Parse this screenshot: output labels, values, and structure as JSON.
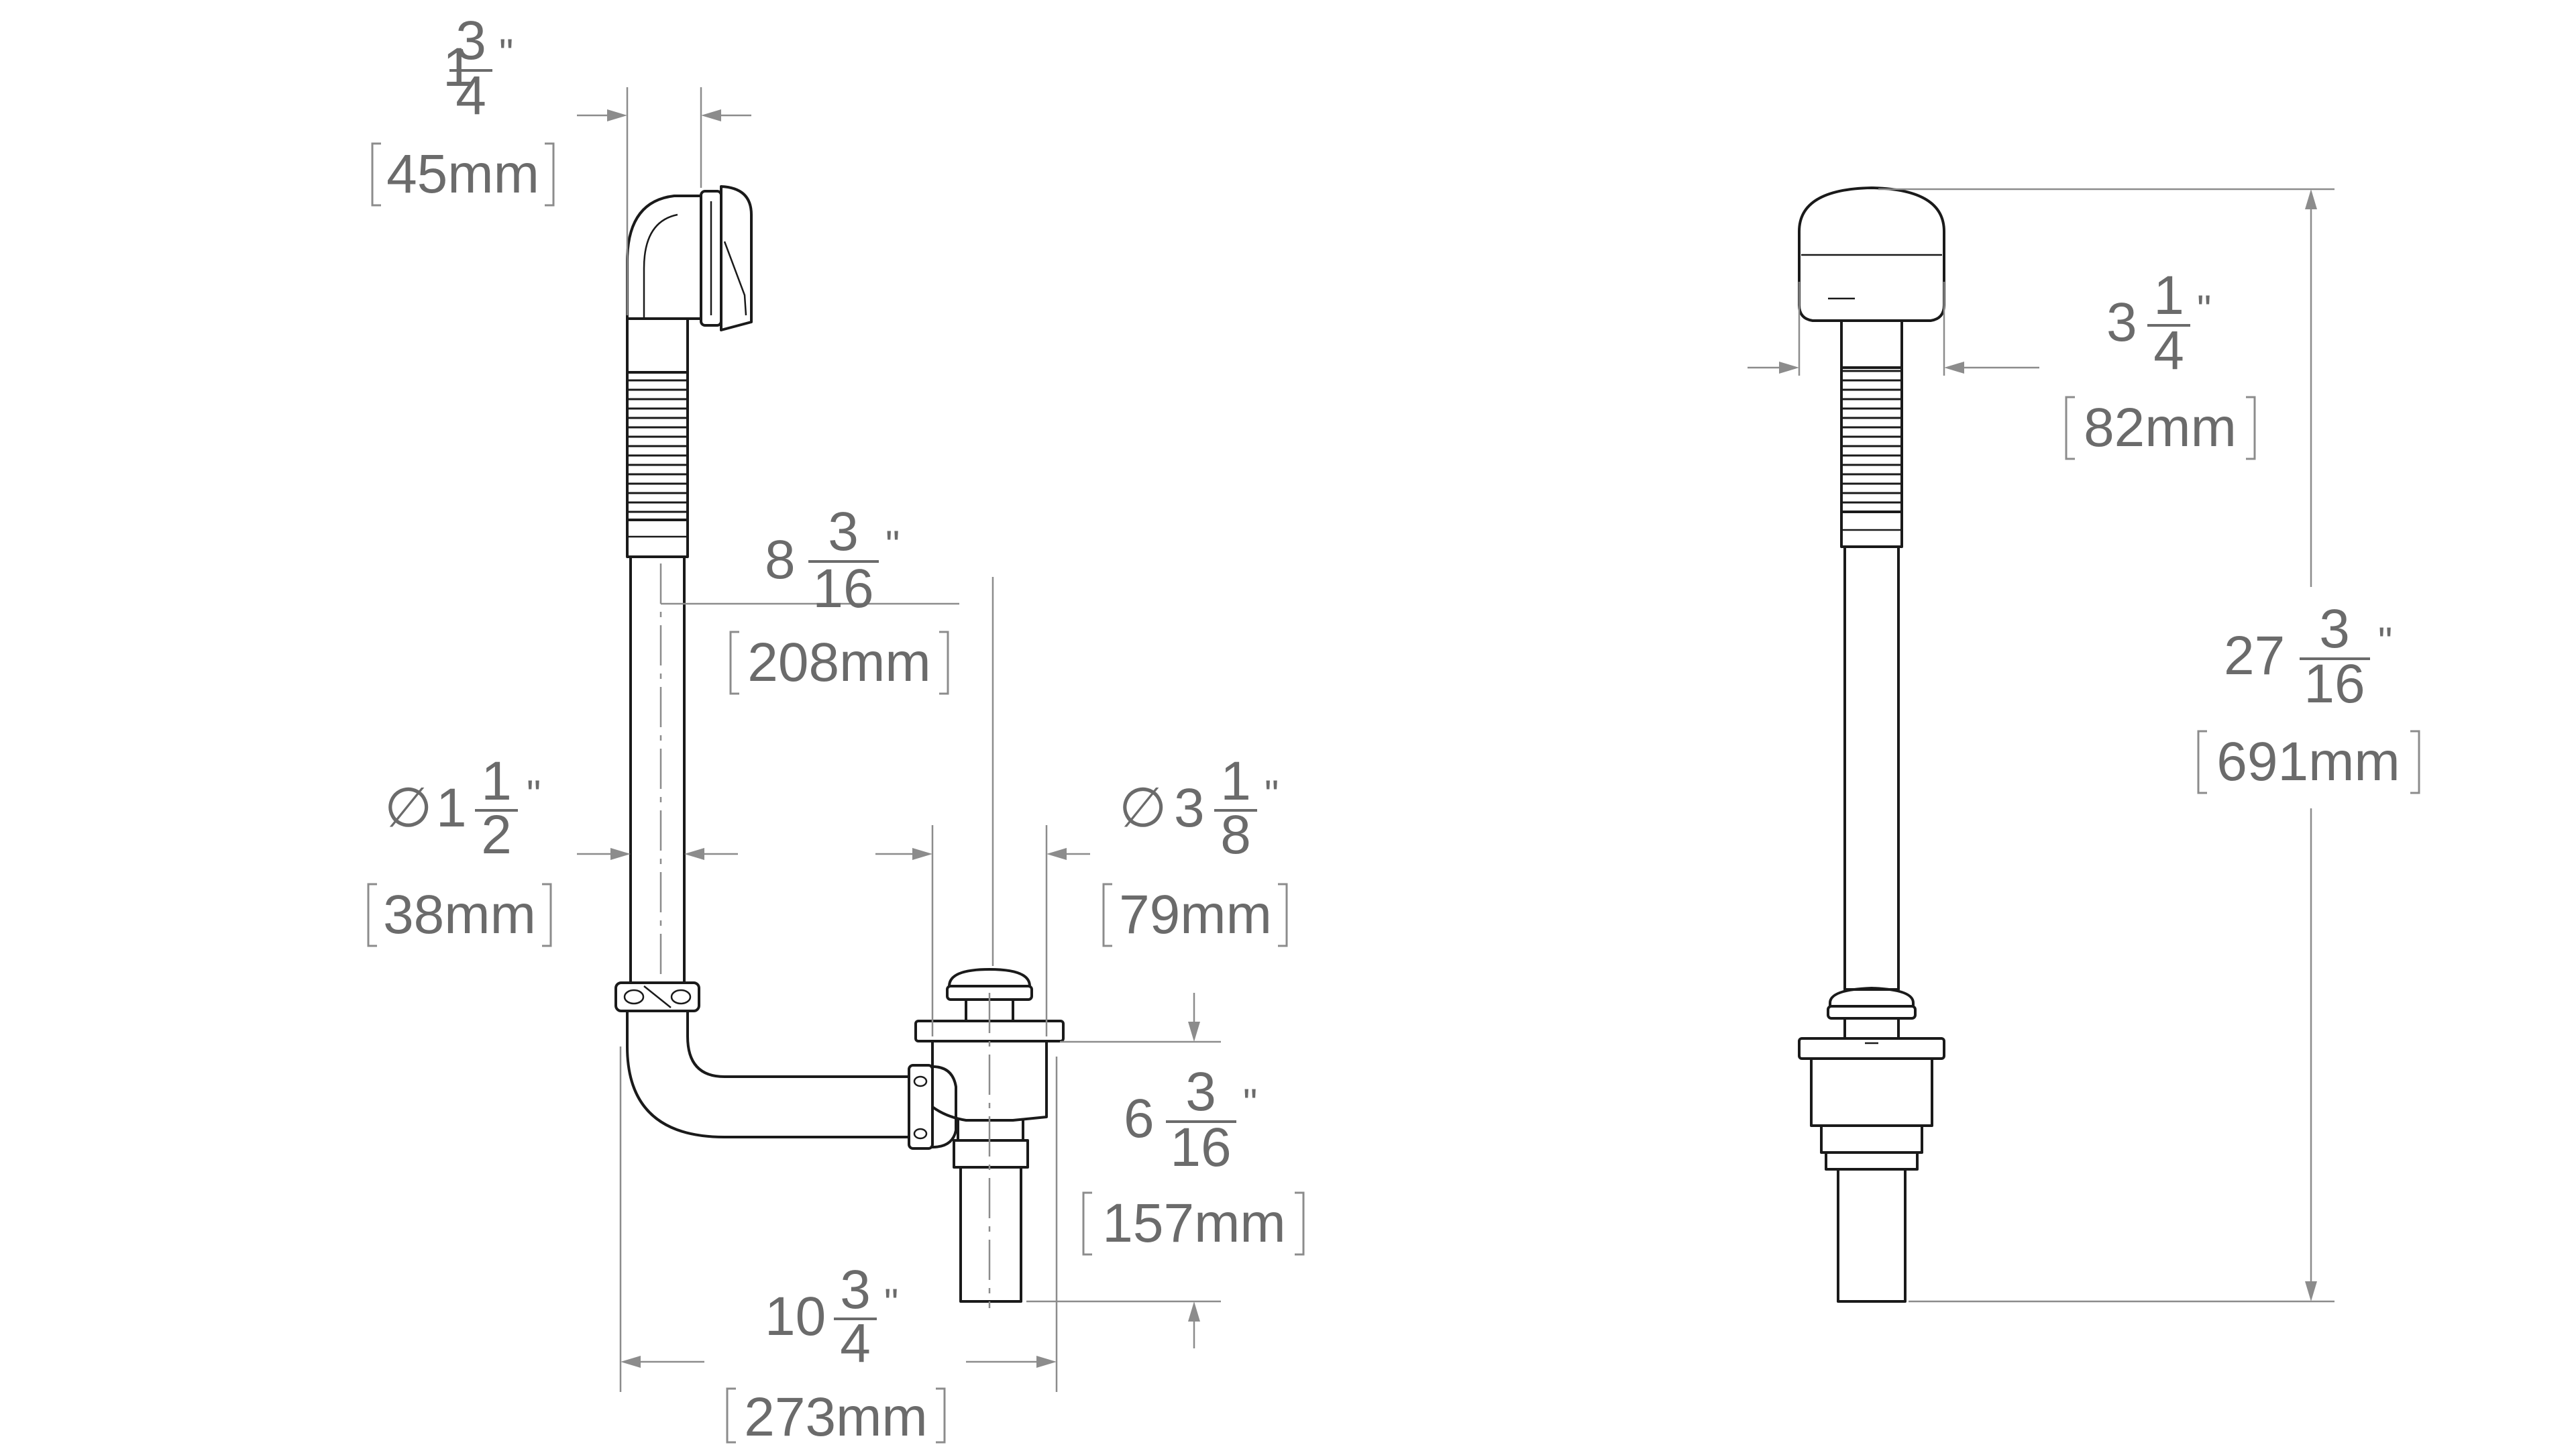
{
  "dimensions": {
    "overflow_width": {
      "whole": "1",
      "num": "3",
      "den": "4",
      "unit": "\"",
      "metric": "45mm"
    },
    "pipe_diameter": {
      "prefix": "∅",
      "whole": "1",
      "num": "1",
      "den": "2",
      "unit": "\"",
      "metric": "38mm"
    },
    "center_offset": {
      "whole": "8",
      "num": "3",
      "den": "16",
      "unit": "\"",
      "metric": "208mm"
    },
    "drain_diameter": {
      "prefix": "∅",
      "whole": "3",
      "num": "1",
      "den": "8",
      "unit": "\"",
      "metric": "79mm"
    },
    "drain_height": {
      "whole": "6",
      "num": "3",
      "den": "16",
      "unit": "\"",
      "metric": "157mm"
    },
    "total_length": {
      "whole": "10",
      "num": "3",
      "den": "4",
      "unit": "\"",
      "metric": "273mm"
    },
    "faceplate_diameter": {
      "whole": "3",
      "num": "1",
      "den": "4",
      "unit": "\"",
      "metric": "82mm"
    },
    "total_height": {
      "whole": "27",
      "num": "3",
      "den": "16",
      "unit": "\"",
      "metric": "691mm"
    }
  },
  "colors": {
    "line": "#1a1a1a",
    "dimension": "#8c8c8c",
    "text": "#6b6b6b"
  }
}
